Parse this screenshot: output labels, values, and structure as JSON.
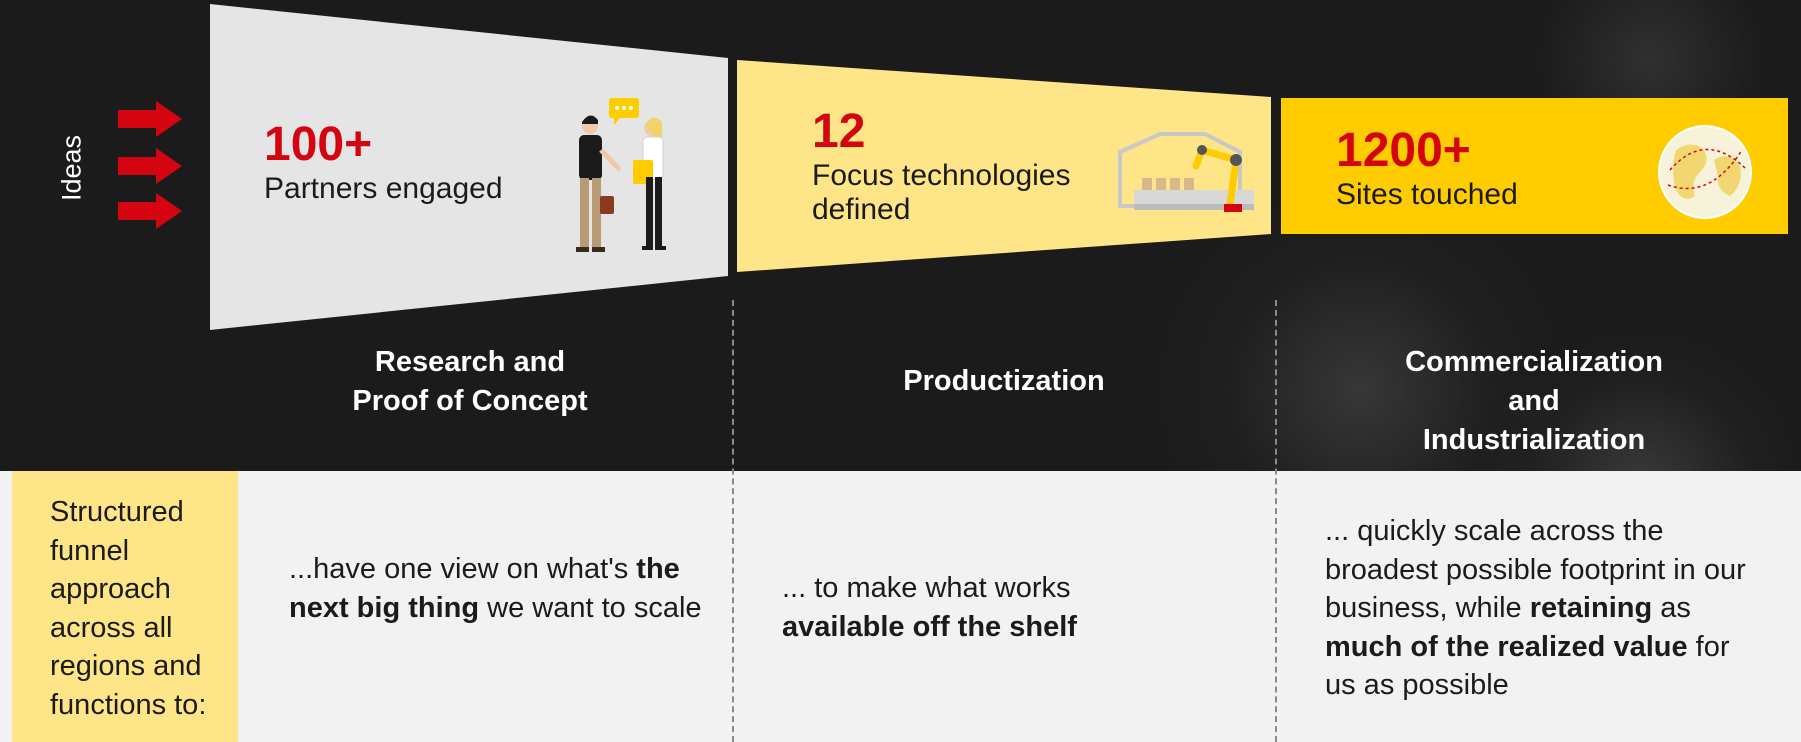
{
  "ideas": {
    "label": "Ideas"
  },
  "stages": [
    {
      "stat_value": "100+",
      "stat_label": "Partners engaged",
      "title_line1": "Research and",
      "title_line2": "Proof of Concept",
      "illustration": "people-discussion-illustration"
    },
    {
      "stat_value": "12",
      "stat_label": "Focus technologies defined",
      "title_line1": "Productization",
      "title_line2": "",
      "illustration": "robot-arm-warehouse-illustration"
    },
    {
      "stat_value": "1200+",
      "stat_label": "Sites touched",
      "title_line1": "Commercialization",
      "title_line2": "and Industrialization",
      "illustration": "globe-illustration"
    }
  ],
  "approach": {
    "text": "Structured funnel approach across all regions and functions to:"
  },
  "descriptions": [
    {
      "p1": "...have one view on what's ",
      "b1": "the next big thing",
      "p2": " we want to scale",
      "b2": "",
      "p3": ""
    },
    {
      "p1": "... to make what works ",
      "b1": "available off the shelf",
      "p2": "",
      "b2": "",
      "p3": ""
    },
    {
      "p1": "... quickly scale across the broadest possible footprint in our business, while ",
      "b1": "retaining",
      "p2": " as ",
      "b2": "much of the realized value",
      "p3": " for us as possible"
    }
  ],
  "colors": {
    "background": "#1b1b1b",
    "stage1_fill": "#e5e5e5",
    "stage2_fill": "#fde588",
    "stage3_fill": "#ffcc00",
    "accent_red": "#d40511",
    "bottom_band": "#f2f2f2"
  }
}
